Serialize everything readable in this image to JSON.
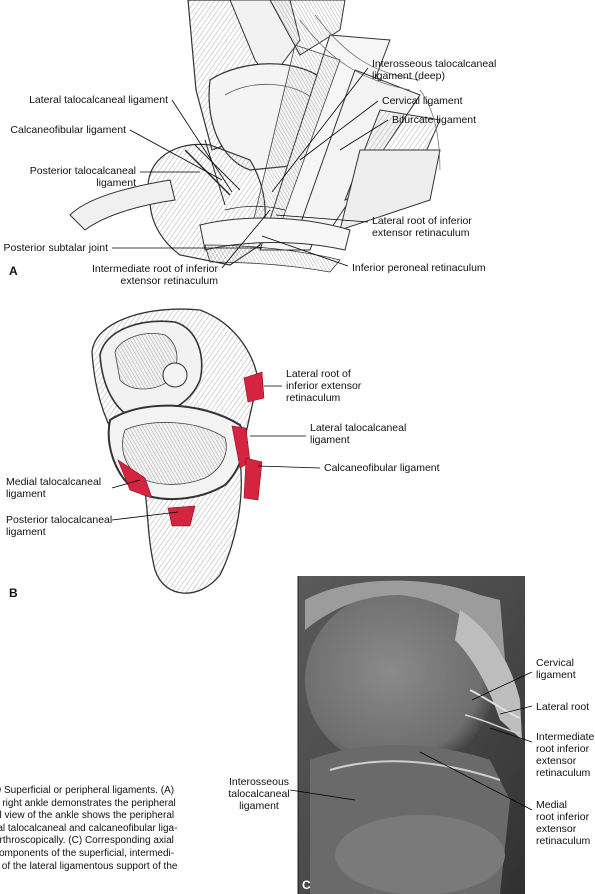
{
  "panel_a": {
    "letter": "A",
    "labels": [
      "Lateral talocalcaneal ligament",
      "Calcaneofibular ligament",
      "Posterior talocalcaneal\nligament",
      "Posterior subtalar joint",
      "Intermediate root of inferior\nextensor retinaculum",
      "Interosseous talocalcaneal\nligament (deep)",
      "Cervical ligament",
      "Bifurcate ligament",
      "Lateral root of inferior\nextensor retinaculum",
      "Inferior peroneal retinaculum"
    ]
  },
  "panel_b": {
    "letter": "B",
    "labels": [
      "Lateral root of\ninferior extensor\nretinaculum",
      "Lateral talocalcaneal\nligament",
      "Calcaneofibular ligament",
      "Medial talocalcaneal\nligament",
      "Posterior talocalcaneal\nligament"
    ],
    "highlight_color": "#d4243f"
  },
  "panel_c": {
    "letter": "C",
    "labels": [
      "Cervical\nligament",
      "Lateral root",
      "Intermediate\nroot inferior\nextensor\nretinaculum",
      "Interosseous\ntalocalcaneal\nligament",
      "Medial\nroot inferior\nextensor\nretinaculum"
    ]
  },
  "caption": {
    "lines": [
      "D  Superficial or peripheral ligaments. (A)",
      "e right ankle demonstrates the peripheral",
      "al view of the ankle shows the peripheral",
      "ral talocalcaneal and calcaneofibular liga-",
      " arthroscopically. (C) Corresponding axial",
      "components of the superficial, intermedi-",
      "s of the lateral ligamentous support of the"
    ]
  }
}
